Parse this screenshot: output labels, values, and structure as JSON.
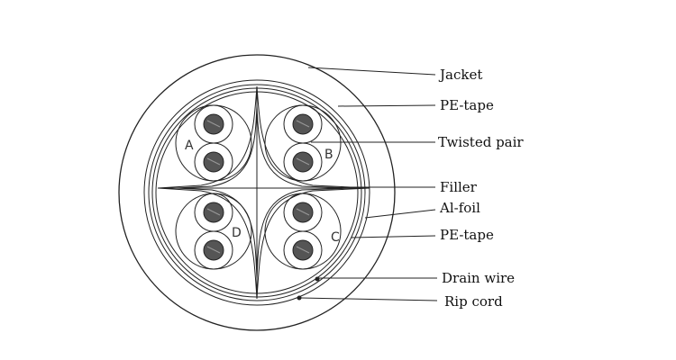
{
  "diagram": {
    "pairs": [
      "A",
      "B",
      "C",
      "D"
    ],
    "labels": {
      "jacket": "Jacket",
      "pe_tape_outer": "PE-tape",
      "twisted_pair": "Twisted pair",
      "filler": "Filler",
      "al_foil": "Al-foil",
      "pe_tape_inner": "PE-tape",
      "drain_wire": "Drain wire",
      "rip_cord": "Rip cord"
    },
    "colors": {
      "line": "#222222",
      "conductor": "#555555",
      "conductor_dark": "#333333",
      "background": "#ffffff"
    }
  }
}
